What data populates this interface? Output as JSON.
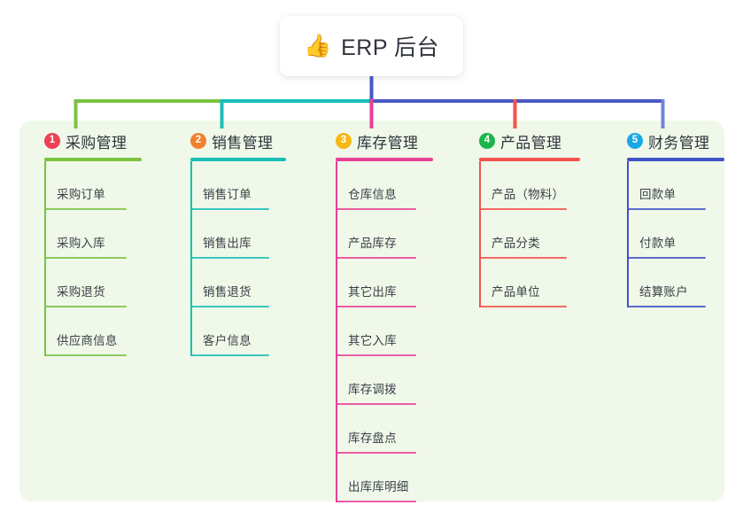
{
  "diagram": {
    "type": "mindmap",
    "root": {
      "icon": "thumbs-up-icon",
      "icon_glyph": "👍",
      "label": "ERP 后台"
    },
    "panel_color": "#eff8e9",
    "columns": [
      {
        "number": "1",
        "badge_color": "#ef4056",
        "line_color": "#7cc242",
        "label": "采购管理",
        "children": [
          "采购订单",
          "采购入库",
          "采购退货",
          "供应商信息"
        ]
      },
      {
        "number": "2",
        "badge_color": "#f08030",
        "line_color": "#19bfb7",
        "label": "销售管理",
        "children": [
          "销售订单",
          "销售出库",
          "销售退货",
          "客户信息"
        ]
      },
      {
        "number": "3",
        "badge_color": "#f5b817",
        "line_color": "#ea3f96",
        "label": "库存管理",
        "children": [
          "仓库信息",
          "产品库存",
          "其它出库",
          "其它入库",
          "库存调拨",
          "库存盘点",
          "出库库明细"
        ]
      },
      {
        "number": "4",
        "badge_color": "#1cb54a",
        "line_color": "#f4524c",
        "label": "产品管理",
        "children": [
          "产品（物料）",
          "产品分类",
          "产品单位"
        ]
      },
      {
        "number": "5",
        "badge_color": "#1aa7e8",
        "line_color": "#4153c6",
        "label": "财务管理",
        "children": [
          "回款单",
          "付款单",
          "结算账户"
        ]
      }
    ],
    "trunk_color": "#4a57c4",
    "bus_segments": [
      {
        "color": "#7cc242"
      },
      {
        "color": "#19bfb7"
      },
      {
        "color": "#4a57c4"
      }
    ]
  }
}
